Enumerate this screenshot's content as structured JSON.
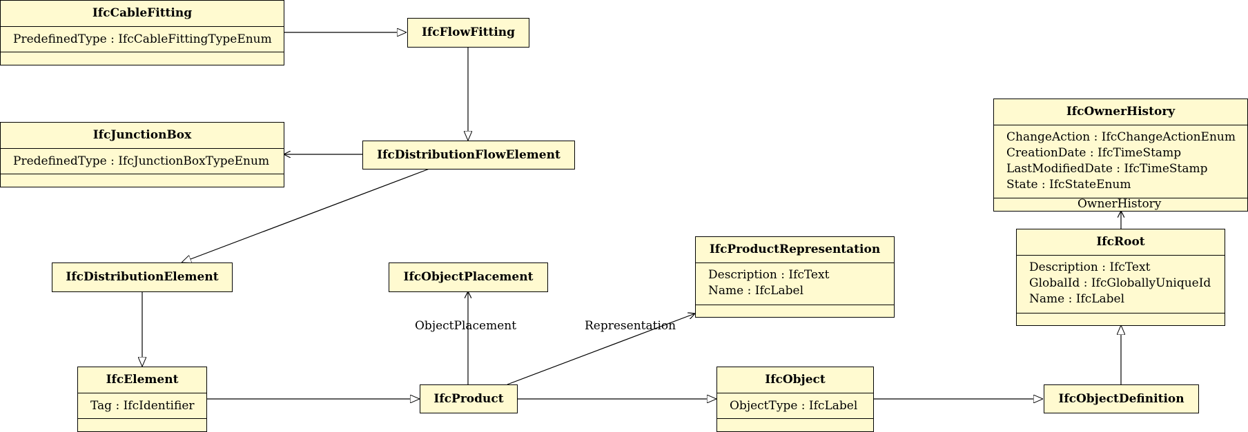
{
  "diagram": {
    "classes": {
      "cable_fitting": {
        "name": "IfcCableFitting",
        "attributes": [
          "PredefinedType : IfcCableFittingTypeEnum"
        ]
      },
      "flow_fitting": {
        "name": "IfcFlowFitting",
        "attributes": []
      },
      "junction_box": {
        "name": "IfcJunctionBox",
        "attributes": [
          "PredefinedType : IfcJunctionBoxTypeEnum"
        ]
      },
      "distribution_flow_element": {
        "name": "IfcDistributionFlowElement",
        "attributes": []
      },
      "distribution_element": {
        "name": "IfcDistributionElement",
        "attributes": []
      },
      "object_placement": {
        "name": "IfcObjectPlacement",
        "attributes": []
      },
      "product_representation": {
        "name": "IfcProductRepresentation",
        "attributes": [
          "Description : IfcText",
          "Name : IfcLabel"
        ]
      },
      "owner_history": {
        "name": "IfcOwnerHistory",
        "attributes": [
          "ChangeAction : IfcChangeActionEnum",
          "CreationDate : IfcTimeStamp",
          "LastModifiedDate : IfcTimeStamp",
          "State : IfcStateEnum"
        ]
      },
      "root": {
        "name": "IfcRoot",
        "attributes": [
          "Description : IfcText",
          "GlobalId : IfcGloballyUniqueId",
          "Name : IfcLabel"
        ]
      },
      "element": {
        "name": "IfcElement",
        "attributes": [
          "Tag : IfcIdentifier"
        ]
      },
      "product": {
        "name": "IfcProduct",
        "attributes": []
      },
      "object": {
        "name": "IfcObject",
        "attributes": [
          "ObjectType : IfcLabel"
        ]
      },
      "object_definition": {
        "name": "IfcObjectDefinition",
        "attributes": []
      }
    },
    "roles": {
      "object_placement": "ObjectPlacement",
      "representation": "Representation",
      "owner_history": "OwnerHistory"
    },
    "relations": [
      {
        "from": "cable_fitting",
        "to": "flow_fitting",
        "kind": "generalization"
      },
      {
        "from": "flow_fitting",
        "to": "distribution_flow_element",
        "kind": "generalization"
      },
      {
        "from": "distribution_flow_element",
        "to": "junction_box",
        "kind": "association"
      },
      {
        "from": "distribution_flow_element",
        "to": "distribution_element",
        "kind": "generalization"
      },
      {
        "from": "distribution_element",
        "to": "element",
        "kind": "generalization"
      },
      {
        "from": "element",
        "to": "product",
        "kind": "generalization"
      },
      {
        "from": "product",
        "to": "object_placement",
        "kind": "association",
        "role": "object_placement"
      },
      {
        "from": "product",
        "to": "product_representation",
        "kind": "association",
        "role": "representation"
      },
      {
        "from": "product",
        "to": "object",
        "kind": "generalization"
      },
      {
        "from": "object",
        "to": "object_definition",
        "kind": "generalization"
      },
      {
        "from": "object_definition",
        "to": "root",
        "kind": "generalization"
      },
      {
        "from": "root",
        "to": "owner_history",
        "kind": "association",
        "role": "owner_history"
      }
    ]
  }
}
